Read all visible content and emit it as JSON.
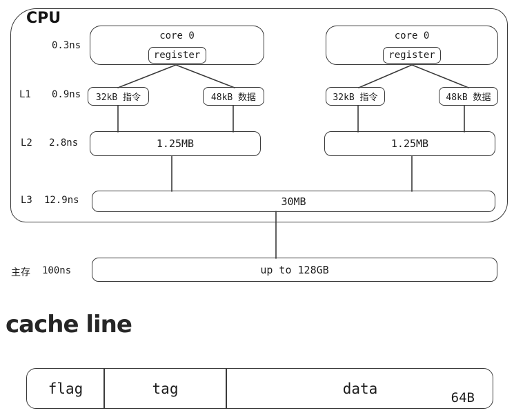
{
  "colors": {
    "ink": "#3a3a3a",
    "text": "#1c1c1c",
    "background": "#ffffff"
  },
  "cpu": {
    "label": "CPU",
    "cores": [
      {
        "name": "core 0",
        "register": "register",
        "l1_instruction": "32kB 指令",
        "l1_data": "48kB 数据",
        "l2": "1.25MB"
      },
      {
        "name": "core 0",
        "register": "register",
        "l1_instruction": "32kB 指令",
        "l1_data": "48kB 数据",
        "l2": "1.25MB"
      }
    ],
    "l3": "30MB",
    "main_memory": "up to 128GB"
  },
  "latency_labels": [
    {
      "level": "",
      "time": "0.3ns"
    },
    {
      "level": "L1",
      "time": "0.9ns"
    },
    {
      "level": "L2",
      "time": "2.8ns"
    },
    {
      "level": "L3",
      "time": "12.9ns"
    },
    {
      "level": "主存",
      "time": "100ns"
    }
  ],
  "cache_line": {
    "heading": "cache line",
    "fields": [
      "flag",
      "tag",
      "data"
    ],
    "size": "64B"
  }
}
